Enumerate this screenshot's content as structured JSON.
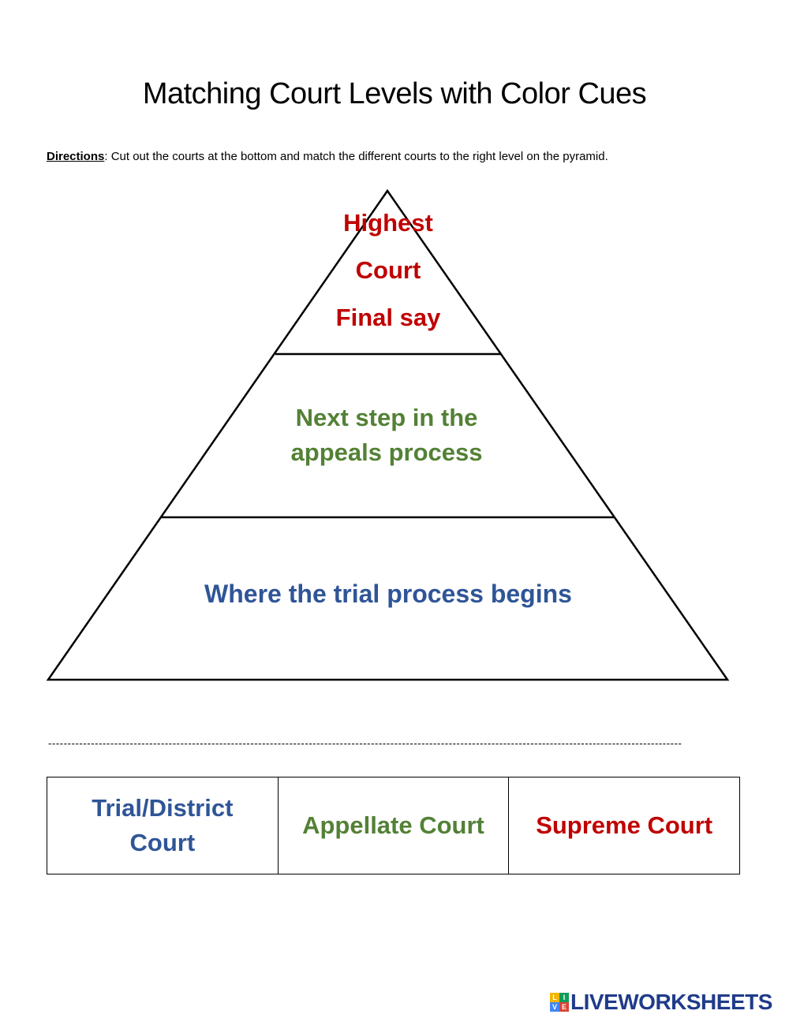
{
  "title": "Matching Court Levels with Color Cues",
  "directions": {
    "label": "Directions",
    "text": ": Cut out the courts at the bottom and match the different courts to the right level on the pyramid."
  },
  "pyramid": {
    "top": {
      "lines": [
        "Highest",
        "Court",
        "Final say"
      ],
      "color": "#c00000"
    },
    "middle": {
      "lines": [
        "Next step in the",
        "appeals process"
      ],
      "color": "#538135"
    },
    "bottom": {
      "text": "Where the trial process begins",
      "color": "#2f5597"
    }
  },
  "cutout": {
    "dashes": "-------------------------------------------------------------------------------------------------------------------------------------------------------------------"
  },
  "courts": [
    {
      "lines": [
        "Trial/District",
        "Court"
      ],
      "color": "#2f5597"
    },
    {
      "lines": [
        "Appellate Court"
      ],
      "color": "#538135"
    },
    {
      "lines": [
        "Supreme Court"
      ],
      "color": "#c00000"
    }
  ],
  "logo": {
    "text": "LIVEWORKSHEETS",
    "mark_letters": [
      "L",
      "I",
      "V",
      "E"
    ],
    "mark_colors": [
      "#f4b400",
      "#0f9d58",
      "#4285f4",
      "#db4437"
    ],
    "icon": "liveworksheets-logo-icon"
  }
}
